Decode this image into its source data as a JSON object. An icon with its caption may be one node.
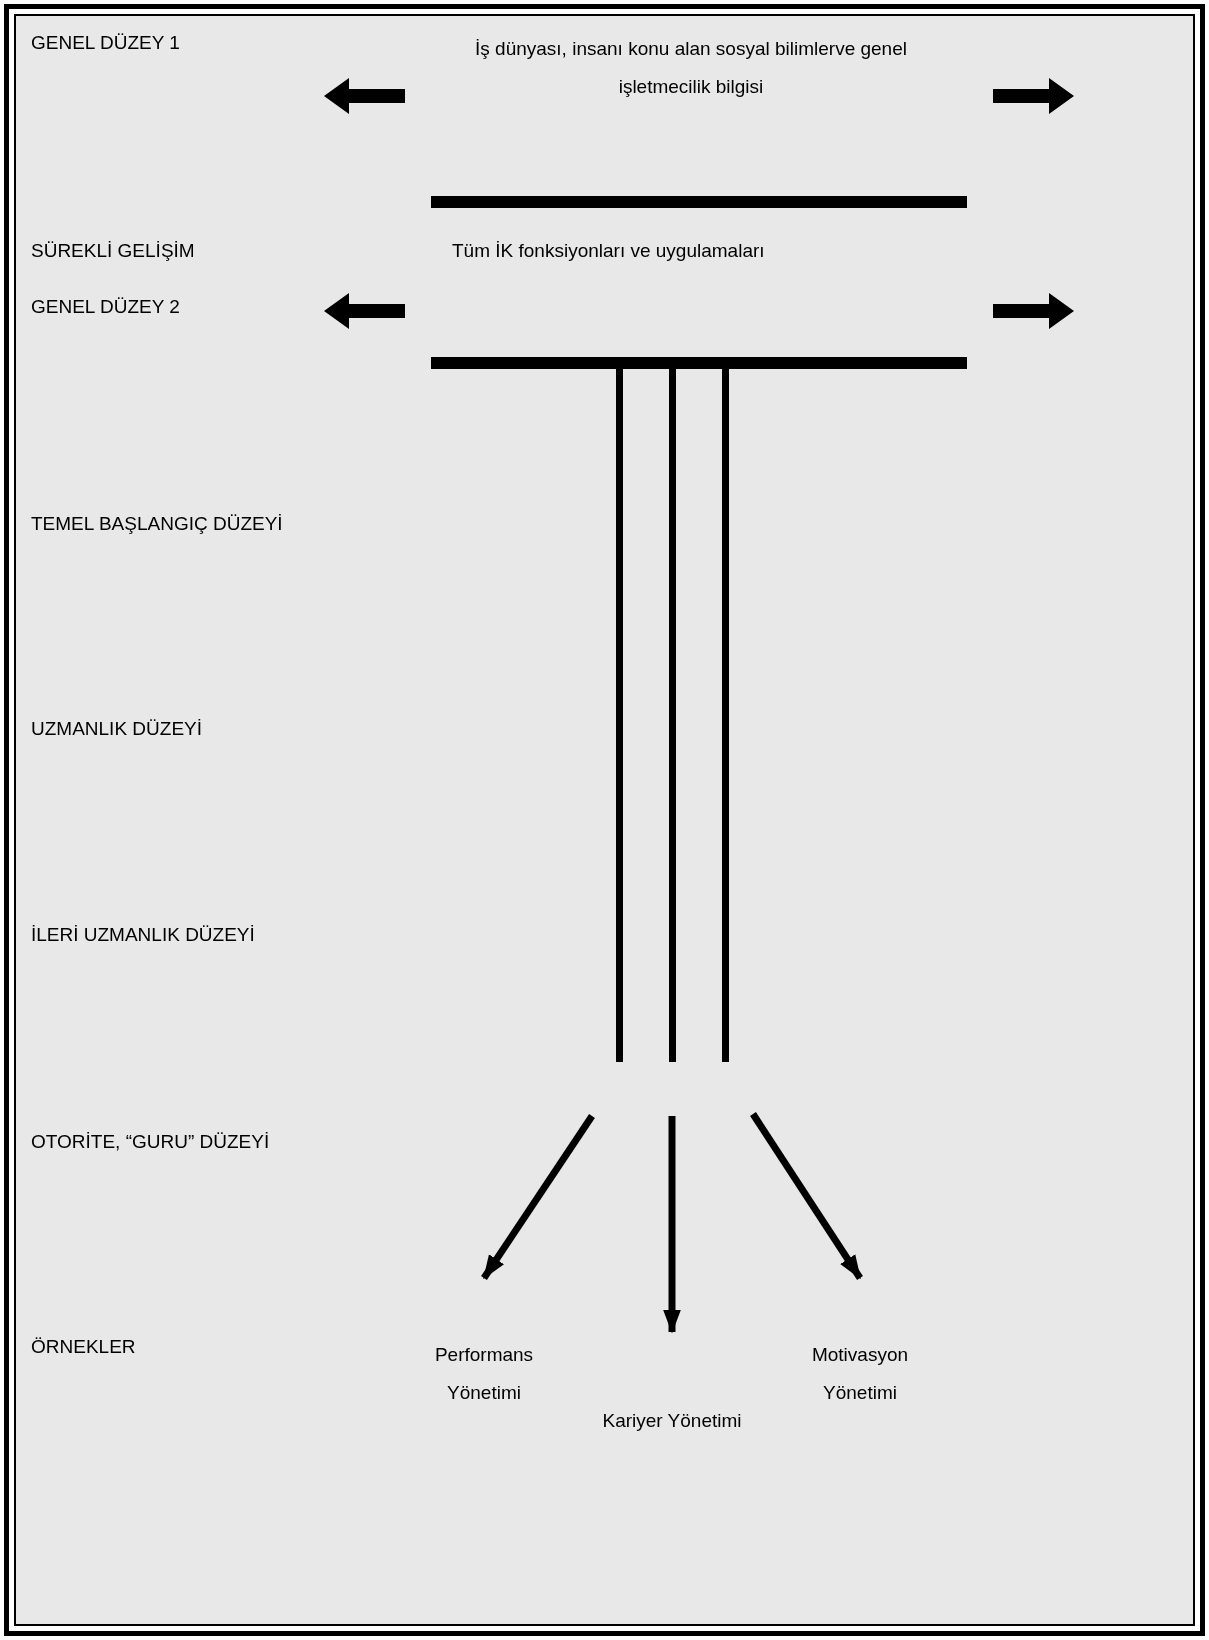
{
  "diagram": {
    "nodes": [
      {
        "text": [
          "Performans Yönetimi"
        ]
      },
      {
        "text": [
          "Kariyer Yönetimi"
        ]
      },
      {
        "text": [
          "Motivasyon Yönetimi"
        ]
      }
    ],
    "edges": [
      {
        "from": null,
        "to": 0,
        "arrow": "to"
      },
      {
        "from": null,
        "to": 1,
        "arrow": "to"
      },
      {
        "from": null,
        "to": 2,
        "arrow": "to"
      }
    ],
    "labels": [
      "GENEL DÜZEY 1",
      "İş dünyası, insanı konu alan sosyal bilimlerve genel işletmecilik bilgisi",
      "SÜREKLİ GELİŞİM",
      "Tüm İK fonksiyonları ve uygulamaları",
      "GENEL DÜZEY 2",
      "TEMEL BAŞLANGIÇ DÜZEYİ",
      "UZMANLIK DÜZEYİ",
      "İLERİ UZMANLIK DÜZEYİ",
      "OTORİTE, “GURU” DÜZEYİ",
      "ÖRNEKLER"
    ]
  }
}
